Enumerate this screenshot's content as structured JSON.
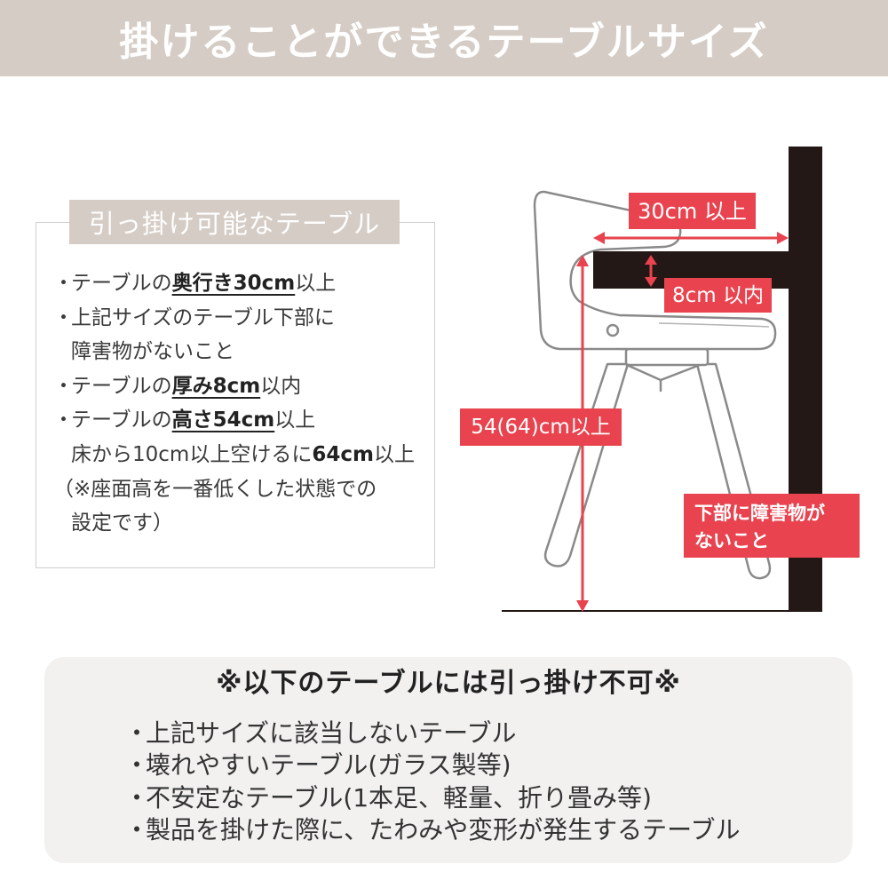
{
  "header": {
    "title": "掛けることができるテーブルサイズ"
  },
  "requirements": {
    "tab_label": "引っ掛け可能なテーブル",
    "bullet": "・",
    "depth": {
      "prefix": "テーブルの",
      "emphasis": "奥行き30cm",
      "suffix": "以上"
    },
    "no_obstacles": {
      "line1": "上記サイズのテーブル下部に",
      "line2": "障害物がないこと"
    },
    "thickness": {
      "prefix": "テーブルの",
      "emphasis": "厚み8cm",
      "suffix": "以内"
    },
    "height": {
      "prefix": "テーブルの",
      "emphasis": "高さ54cm",
      "suffix": "以上"
    },
    "height_with_gap": {
      "prefix": "床から10cm以上空けるに",
      "emphasis": "64cm",
      "suffix": "以上"
    },
    "note": {
      "line1": "（※座面高を一番低くした状態での",
      "line2": "設定です）"
    }
  },
  "diagram": {
    "depth_label": "30cm 以上",
    "thickness_label": "8cm 以内",
    "height_label": "54(64)cm以上",
    "clearance_label": [
      "下部に障害物が",
      "ないこと"
    ]
  },
  "not_allowed": {
    "title": "※以下のテーブルには引っ掛け不可※",
    "bullet": "・",
    "items": [
      "上記サイズに該当しないテーブル",
      "壊れやすいテーブル(ガラス製等)",
      "不安定なテーブル(1本足、軽量、折り畳み等)",
      "製品を掛けた際に、たわみや変形が発生するテーブル"
    ]
  },
  "colors": {
    "header_bg": "#d5ccc5",
    "accent": "#e8434e",
    "dark": "#231815",
    "panel_bg": "#f2f1f0",
    "text": "#3a3a3a",
    "chair_line": "#8a8a8a"
  }
}
